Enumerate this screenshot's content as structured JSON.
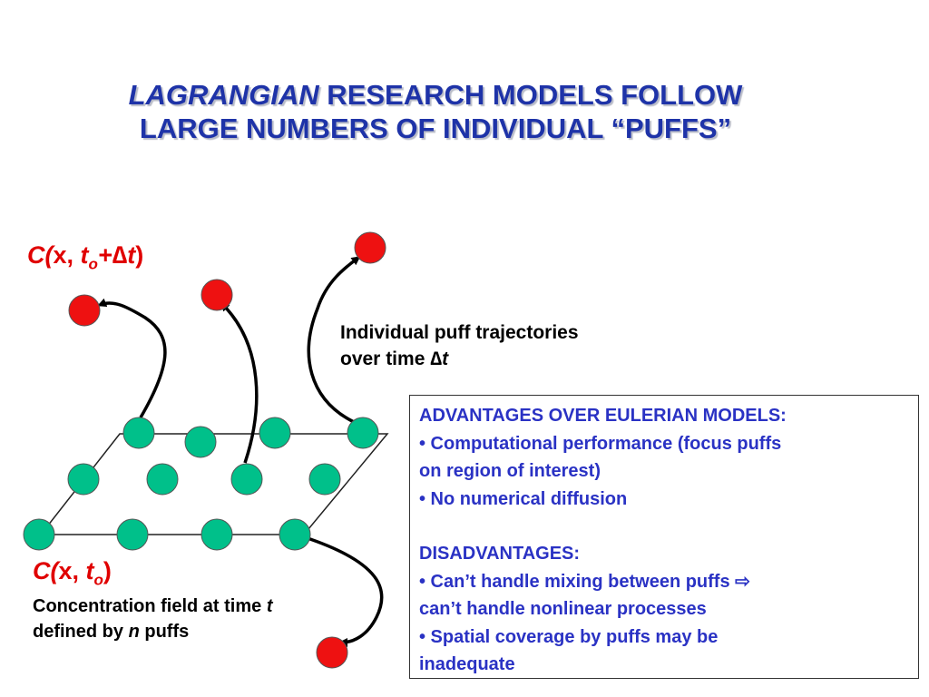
{
  "title": {
    "italic_part": "LAGRANGIAN",
    "rest_line1": " RESEARCH MODELS FOLLOW",
    "line2": "LARGE NUMBERS OF INDIVIDUAL “PUFFS”"
  },
  "label_top": {
    "c": "C(",
    "x": "x,",
    "t": " t",
    "sub": "o",
    "op": "+",
    "delta": "∆",
    "t2": "t",
    "close": ")"
  },
  "label_bottom": {
    "c": "C(",
    "x": "x,",
    "t": " t",
    "sub": "o",
    "close": ")"
  },
  "trajectory_text": {
    "line1": "Individual puff trajectories",
    "line2_prefix": "over time ",
    "delta": "∆",
    "t": "t"
  },
  "concentration_text": {
    "line1_prefix": "Concentration field at time ",
    "line1_t": "t",
    "line2_prefix": "defined by ",
    "line2_n": "n",
    "line2_suffix": " puffs"
  },
  "infobox": {
    "adv_header": "ADVANTAGES OVER EULERIAN MODELS:",
    "adv1_a": "• Computational performance (focus puffs",
    "adv1_b": "on region of interest)",
    "adv2": "•  No numerical diffusion",
    "dis_header": "DISADVANTAGES:",
    "dis1_a": "• Can’t handle mixing between puffs ",
    "dis1_arrow": "⇨",
    "dis1_b": "can’t handle nonlinear processes",
    "dis2_a": "• Spatial coverage by puffs may be",
    "dis2_b": "inadequate"
  },
  "colors": {
    "title": "#1e33a8",
    "label": "#e00000",
    "box_text": "#2a32c4",
    "puff_green": "#00c08a",
    "puff_red": "#ee1111"
  }
}
